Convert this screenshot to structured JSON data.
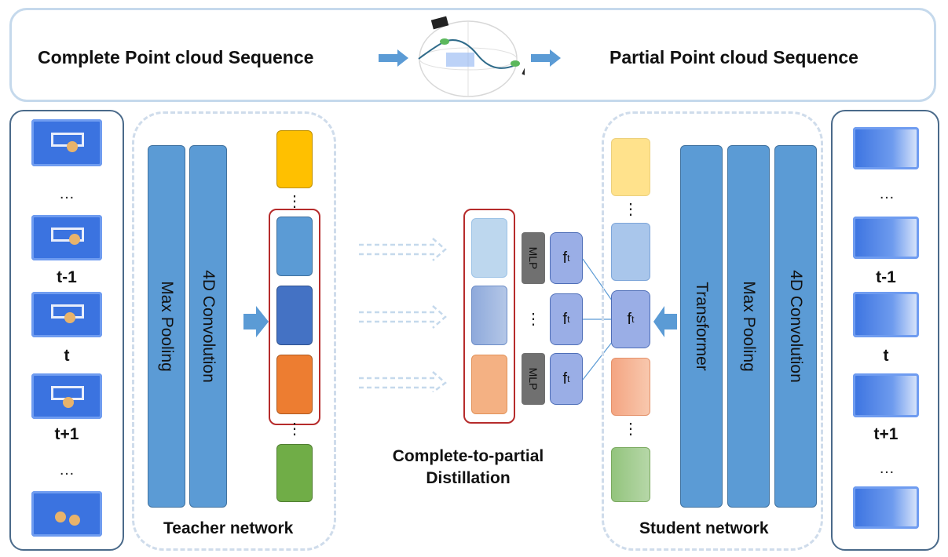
{
  "header": {
    "left_label": "Complete Point cloud Sequence",
    "right_label": "Partial Point cloud Sequence"
  },
  "left_sequence": {
    "dots_top": "…",
    "frame_prev": "t-1",
    "frame_cur": "t",
    "frame_next": "t+1",
    "dots_bottom": "…"
  },
  "right_sequence": {
    "dots_top": "…",
    "frame_prev": "t-1",
    "frame_cur": "t",
    "frame_next": "t+1",
    "dots_bottom": "…"
  },
  "teacher": {
    "layer1": "Max Pooling",
    "layer2": "4D Convolution",
    "dots1": "⋮",
    "dots2": "⋮",
    "label": "Teacher network"
  },
  "student": {
    "layer1": "Transformer",
    "layer2": "Max Pooling",
    "layer3": "4D Convolution",
    "dots1": "⋮",
    "dots2": "⋮",
    "label": "Student network"
  },
  "distill": {
    "label_line1": "Complete-to-partial",
    "label_line2": "Distillation",
    "mlp_label": "MLP",
    "f_main": "f",
    "f_sub": "t",
    "mid_dots": "⋮"
  },
  "colors": {
    "yellow": "#ffc000",
    "blue_light": "#5b9bd5",
    "blue_dark": "#4472c4",
    "orange": "#ed7d31",
    "green": "#70ad47",
    "bar": "#5b9bd5",
    "arrow": "#5b9bd5"
  }
}
